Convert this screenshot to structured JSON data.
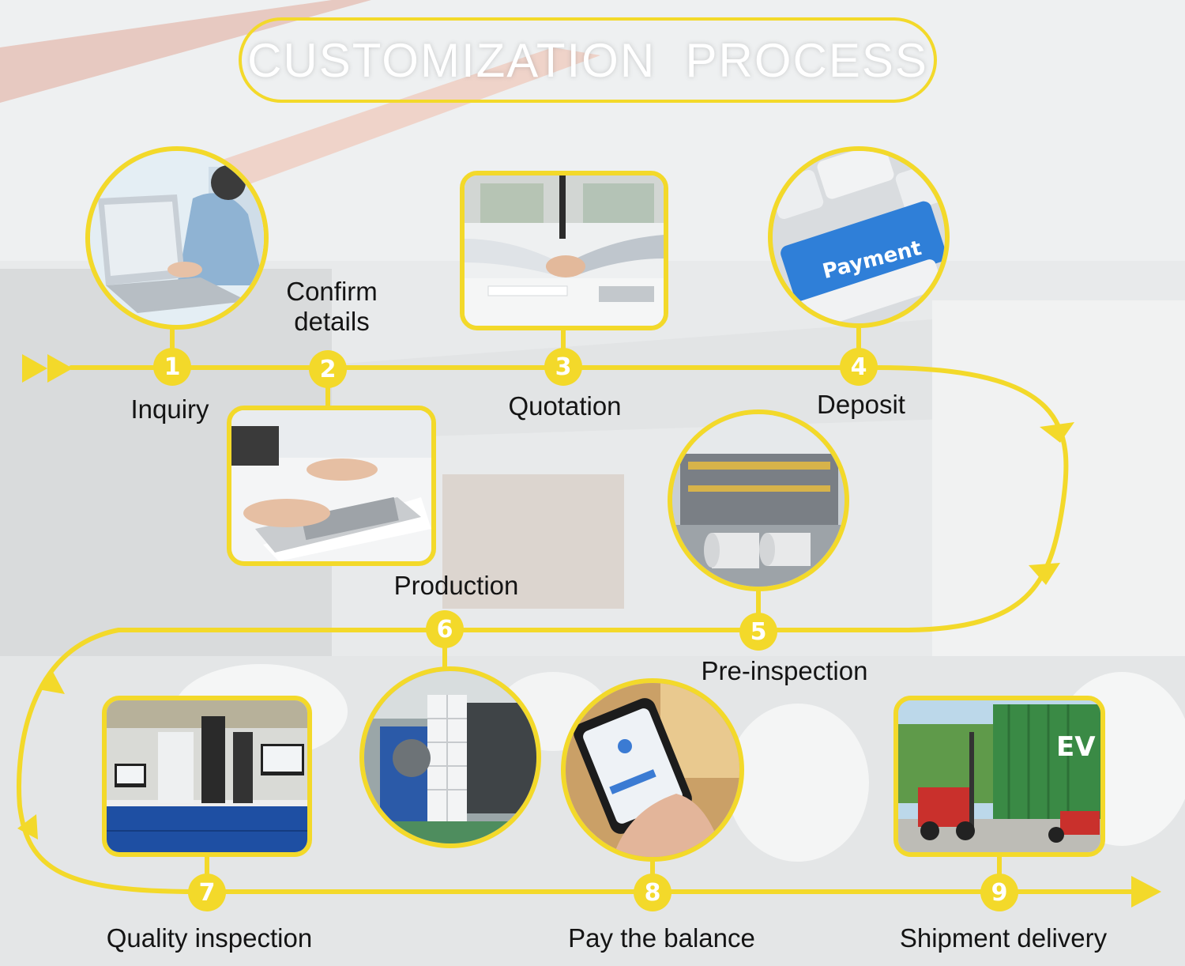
{
  "title": "CUSTOMIZATION  PROCESS",
  "colors": {
    "accent": "#f3d92a",
    "label_text": "#141414",
    "title_text": "#ffffff"
  },
  "steps": [
    {
      "number": "1",
      "label": "Inquiry",
      "image": "laptop-typing-photo"
    },
    {
      "number": "2",
      "label": "Confirm details",
      "label_line1": "Confirm",
      "label_line2": "details",
      "image": "calculator-photo"
    },
    {
      "number": "3",
      "label": "Quotation",
      "image": "handshake-photo"
    },
    {
      "number": "4",
      "label": "Deposit",
      "image": "payment-key-photo",
      "image_text": "Payment"
    },
    {
      "number": "5",
      "label": "Pre-inspection",
      "image": "paper-mill-photo"
    },
    {
      "number": "6",
      "label": "Production",
      "image": "label-printing-machine-photo"
    },
    {
      "number": "7",
      "label": "Quality inspection",
      "image": "laboratory-photo"
    },
    {
      "number": "8",
      "label": "Pay the balance",
      "image": "phone-payment-photo"
    },
    {
      "number": "9",
      "label": "Shipment delivery",
      "image": "forklift-container-photo",
      "image_text": "EV"
    }
  ]
}
